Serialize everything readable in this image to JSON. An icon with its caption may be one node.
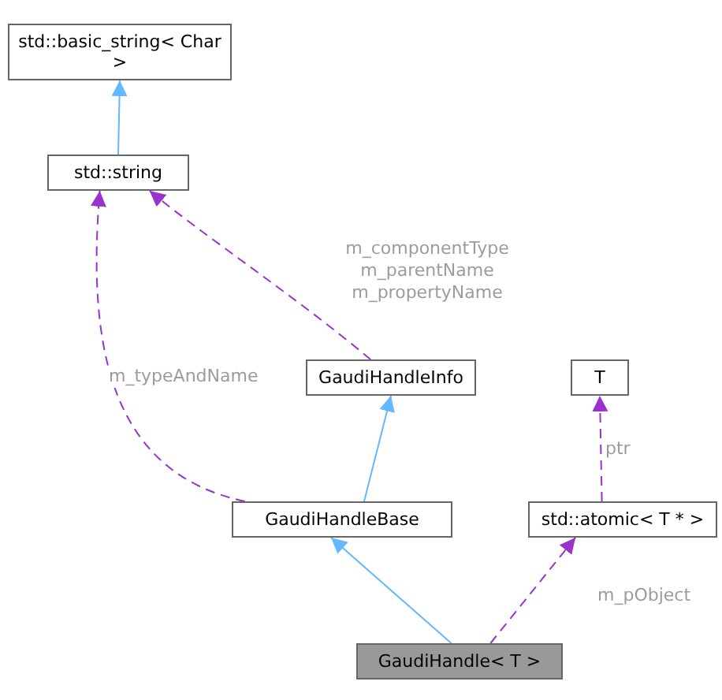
{
  "diagram": {
    "nodes": [
      {
        "text": [
          "std::basic_string< Char >"
        ]
      },
      {
        "text": [
          "std::string"
        ]
      },
      {
        "text": [
          "GaudiHandleInfo"
        ]
      },
      {
        "text": [
          "T"
        ]
      },
      {
        "text": [
          "GaudiHandleBase"
        ]
      },
      {
        "text": [
          "std::atomic< T * >"
        ]
      },
      {
        "text": [
          "GaudiHandle< T >"
        ]
      }
    ],
    "edges": [
      {
        "from": 1,
        "to": 0,
        "arrow": "to",
        "color": "#63b8ff"
      },
      {
        "from": 4,
        "to": 2,
        "arrow": "to",
        "color": "#63b8ff"
      },
      {
        "from": 6,
        "to": 4,
        "arrow": "to",
        "color": "#63b8ff"
      },
      {
        "from": 2,
        "to": 1,
        "arrow": "to",
        "style": "dashed",
        "label": "m_componentType m_parentName m_propertyName"
      },
      {
        "from": 4,
        "to": 1,
        "arrow": "to",
        "style": "dashed",
        "label": "m_typeAndName"
      },
      {
        "from": 5,
        "to": 3,
        "arrow": "to",
        "style": "dashed",
        "label": "ptr"
      },
      {
        "from": 6,
        "to": 5,
        "arrow": "to",
        "style": "dashed",
        "label": "m_pObject"
      }
    ]
  }
}
